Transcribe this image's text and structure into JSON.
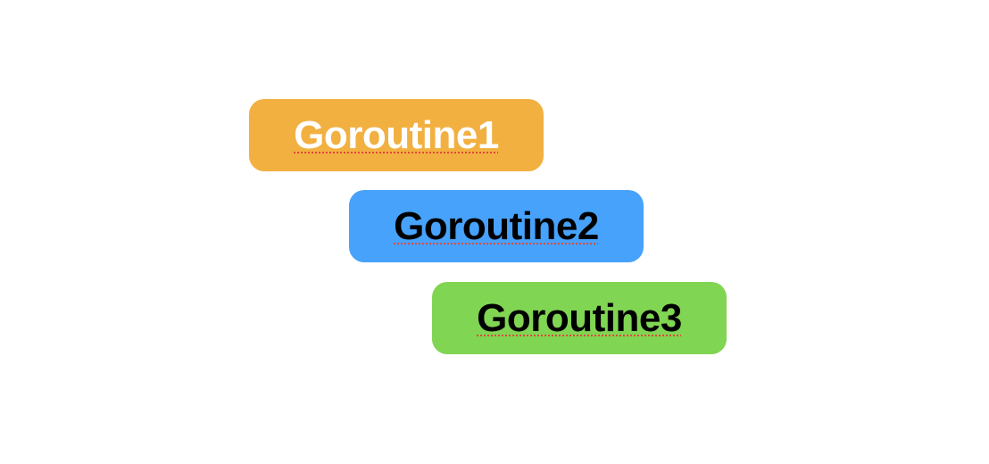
{
  "goroutines": [
    {
      "label": "Goroutine1",
      "fill": "#f2b041",
      "text_color": "#ffffff"
    },
    {
      "label": "Goroutine2",
      "fill": "#47a2fb",
      "text_color": "#000000"
    },
    {
      "label": "Goroutine3",
      "fill": "#80d552",
      "text_color": "#000000"
    }
  ]
}
